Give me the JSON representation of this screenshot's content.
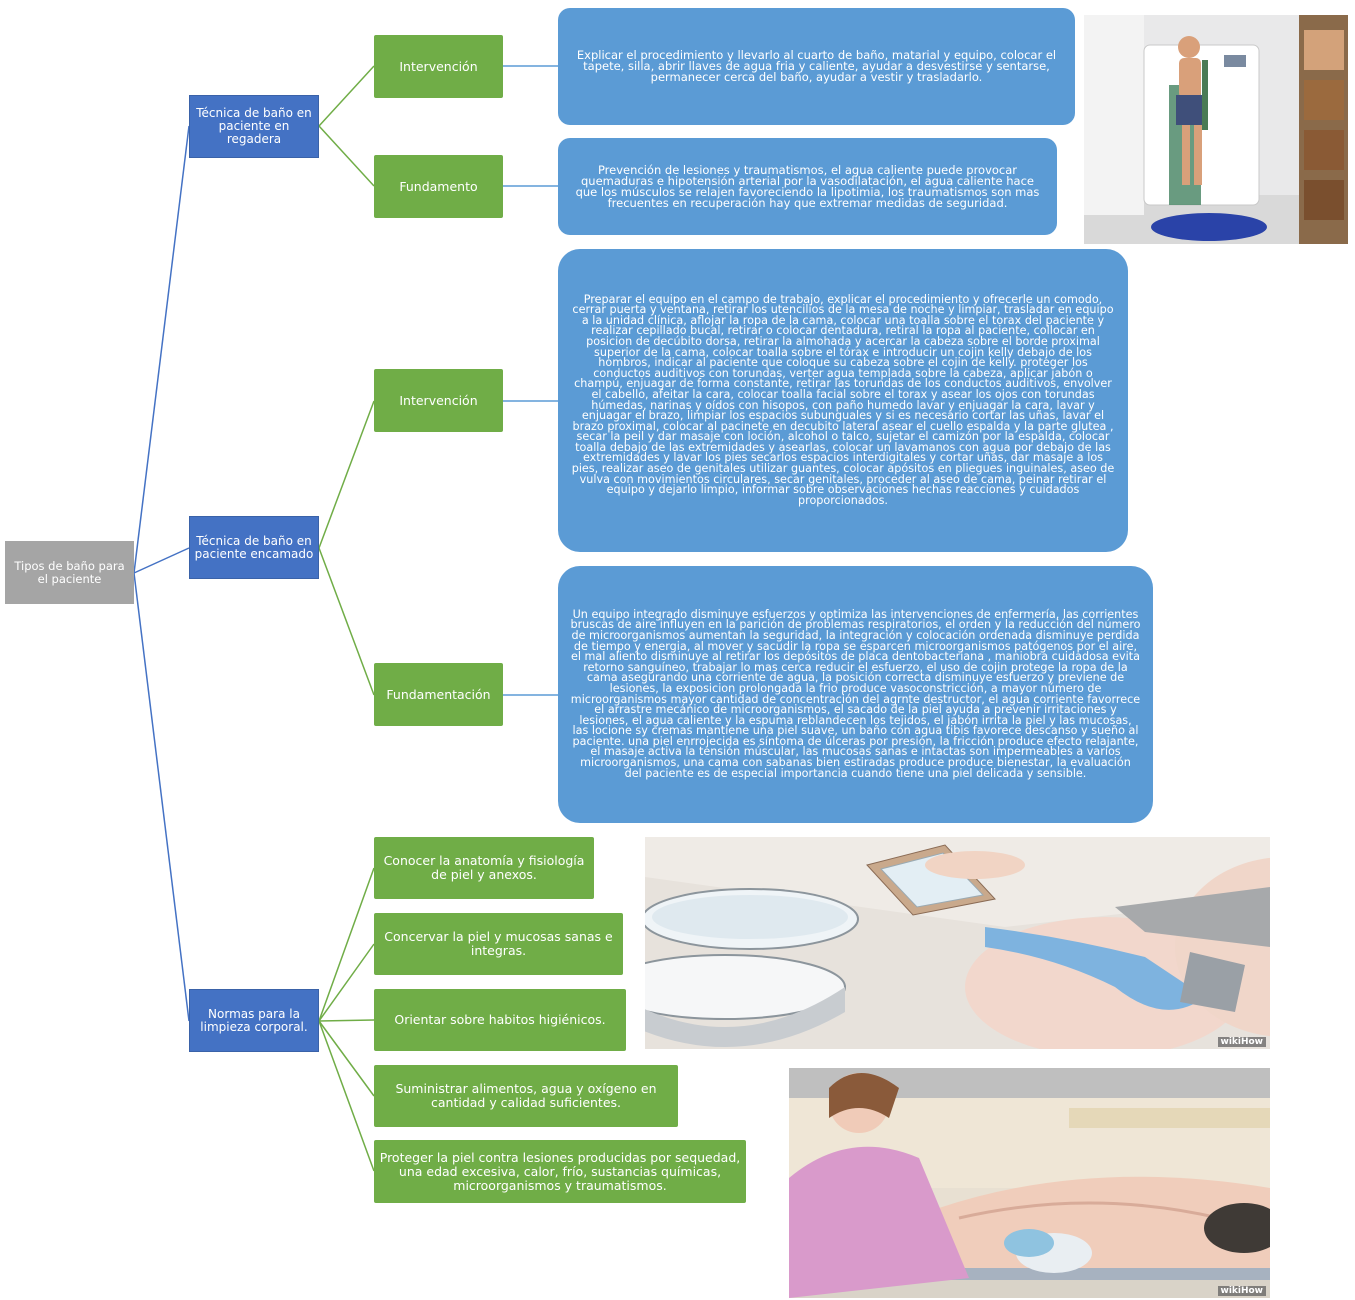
{
  "root": "Tipos de baño para el paciente",
  "branches": {
    "regadera": {
      "label": "Técnica de baño en paciente en regadera",
      "intervencion_label": "Intervención",
      "intervencion_text": "Explicar el procedimiento y llevarlo al cuarto de baño, matarial y equipo, colocar el tapete, silla, abrir llaves de agua fria y caliente, ayudar a desvestirse y sentarse, permanecer cerca del baño, ayudar a vestir y trasladarlo.",
      "fundamento_label": "Fundamento",
      "fundamento_text": "Prevención de lesiones y traumatismos, el agua caliente puede provocar quemaduras e hipotensión arterial por la vasodilatación, el agua caliente hace que los músculos se relajen favoreciendo la lipotimia, los traumatismos son mas frecuentes en recuperación hay que extremar medidas de seguridad."
    },
    "encamado": {
      "label": "Técnica de baño en paciente encamado",
      "intervencion_label": "Intervención",
      "intervencion_text": "Preparar el equipo en el campo de trabajo, explicar el procedimiento y ofrecerle un comodo, cerrar puerta y ventana, retirar los utencilios de la mesa de noche y limpiar, trasladar en equipo a la unidad clínica, aflojar la ropa de la cama, colocar una toalla sobre el torax del paciente y realizar cepillado bucal, retirar o colocar dentadura, retiral la ropa al paciente, collocar en posicion de decúbito dorsa, retirar la almohada y acercar la cabeza sobre el borde proximal superior de la cama, colocar toalla sobre el tórax e introducir un cojin kelly debajo de los hombros, indicar al paciente que coloque su cabeza sobre el cojin de kelly. proteger los conductos auditivos con torundas,  verter agua templada sobre la cabeza, aplicar jabón o champú, enjuagar de forma constante, retirar las torundas de los conductos auditivos, envolver el cabello, afeitar la cara, colocar toalla facial sobre el torax y asear los ojos con torundas húmedas, narinas y oídos con hisopos, con paño humedo lavar y enjuagar la cara, lavar y enjuagar el brazo, limpiar los espacios subunguales y si es necesario cortar las uñas, lavar el brazo proximal, colocar al pacinete en decubito lateral asear el cuello espalda y la parte glutea , secar la peil y dar masaje con loción, alcohol o talco, sujetar el camizón por la espalda, colocar toalla debajo de las extremidades y asearlas, colocar un lavamanos con agua por debajo de las extremidades y lavar los pies secarlos espacios interdigitales y cortar uñas, dar masaje a los pies, realizar aseo de genitales utilizar guantes, colocar apósitos en pliegues inguinales, aseo de vulva con movimientos circulares, secar genitales, proceder al aseo de cama, peinar  retirar el equipo y dejarlo limpio, informar sobre observaciones hechas reacciones y cuidados proporcionados.",
      "fundamentacion_label": "Fundamentación",
      "fundamentacion_text": "Un equipo integrado disminuye esfuerzos y optimiza las intervenciones de enfermería, las corrientes bruscas de aire influyen en la parición de problemas respiratorios, el orden y la reducción del número de microorganismos aumentan la seguridad, la integración y colocación ordenada disminuye perdida de tiempo y energia, al mover y sacudir la ropa se esparcen microorganismos patógenos por el aire, el mal aliento disminuye al retirar los depósitos de placa dentobacteriana , maniobra cuidadosa evita retorno sanguíneo, trabajar lo mas cerca reducir el esfuerzo, el uso de cojin protege la ropa de la cama asegurando una corriente de agua, la posición correcta disminuye esfuerzo y previene de lesiones, la exposicion prolongada la frio produce vasoconstricción, a mayor número de microorganismos mayor cantidad de concentración del agrnte destructor, el agua corriente favorrece el arrastre mecánico de microorganismos, el sacado de la piel ayuda a prevenir irritaciones y lesiones, el agua caliente y la espuma reblandecen los tejidos, el jabón irrita la piel y las mucosas, las locione sy cremas mantiene una piel suave, un baño con agua tibis favorece descanso y sueño al paciente. una piel enrrojecida es síntoma de úlceras por presión, la fricción produce efecto relajante, el masaje activa la tensión múscular, las mucosas sanas e intactas son impermeables a varios microorganismos, una cama con sabanas bien estiradas produce produce bienestar, la evaluación del paciente es de especial importancia cuando tiene una piel delicada y sensible."
    },
    "normas": {
      "label": "Normas para la limpieza corporal.",
      "items": [
        "Conocer la anatomía y fisiología de piel y anexos.",
        "Concervar la piel y mucosas sanas e integras.",
        "Orientar sobre habitos higiénicos.",
        "Suministrar alimentos, agua y oxígeno en cantidad y calidad suficientes.",
        "Proteger la piel contra lesiones producidas por sequedad, una edad excesiva, calor, frío, sustancias químicas, microorganismos y traumatismos."
      ]
    }
  },
  "photos": {
    "watermark": "wikiHow"
  },
  "colors": {
    "root": "#a5a5a5",
    "level1": "#4472c4",
    "level2": "#70ad47",
    "level3": "#5b9bd5",
    "connector_blue": "#4472c4",
    "connector_green": "#70ad47",
    "connector_light": "#5b9bd5"
  }
}
